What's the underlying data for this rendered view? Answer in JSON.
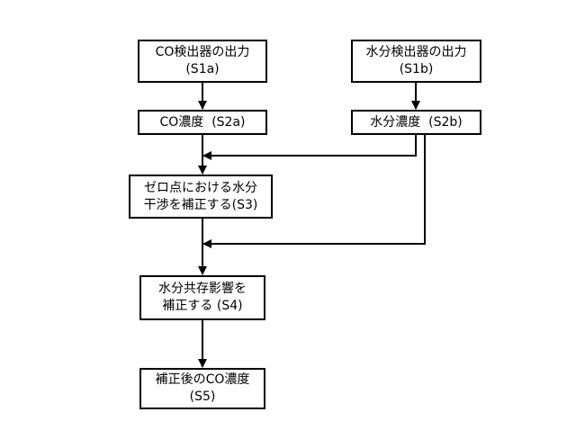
{
  "nodes": {
    "s1a": {
      "line1": "CO検出器の出力",
      "line2": "(S1a)"
    },
    "s1b": {
      "line1": "水分検出器の出力",
      "line2": "(S1b)"
    },
    "s2a": {
      "line1": "CO濃度  (S2a)"
    },
    "s2b": {
      "line1": "水分濃度  (S2b)"
    },
    "s3": {
      "line1": "ゼロ点における水分",
      "line2": "干渉を補正する(S3)"
    },
    "s4": {
      "line1": "水分共存影響を",
      "line2": "補正する (S4)"
    },
    "s5": {
      "line1": "補正後のCO濃度",
      "line2": "(S5)"
    }
  },
  "edges": [
    {
      "from": "s1a",
      "to": "s2a"
    },
    {
      "from": "s1b",
      "to": "s2b"
    },
    {
      "from": "s2a",
      "to": "s3"
    },
    {
      "from": "s2b",
      "to": "s3"
    },
    {
      "from": "s3",
      "to": "s4"
    },
    {
      "from": "s2b",
      "to": "s4"
    },
    {
      "from": "s4",
      "to": "s5"
    }
  ]
}
